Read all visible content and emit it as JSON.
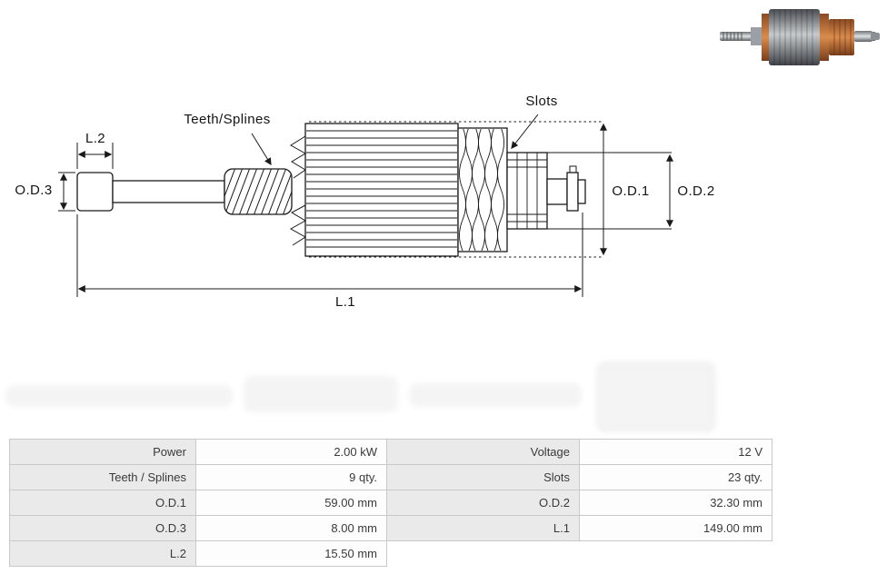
{
  "diagram": {
    "labels": {
      "teeth_splines": "Teeth/Splines",
      "slots": "Slots",
      "l2": "L.2",
      "od3": "O.D.3",
      "od1": "O.D.1",
      "od2": "O.D.2",
      "l1": "L.1"
    }
  },
  "table": {
    "rows": [
      [
        "Power",
        "2.00 kW",
        "Voltage",
        "12 V"
      ],
      [
        "Teeth / Splines",
        "9 qty.",
        "Slots",
        "23 qty."
      ],
      [
        "O.D.1",
        "59.00 mm",
        "O.D.2",
        "32.30 mm"
      ],
      [
        "O.D.3",
        "8.00 mm",
        "L.1",
        "149.00 mm"
      ],
      [
        "L.2",
        "15.50 mm",
        "",
        ""
      ]
    ]
  },
  "colors": {
    "line": "#1a1a1a",
    "table_label_bg": "#eaeaea",
    "table_value_bg": "#fdfdfd",
    "table_border": "#c9c9c9",
    "copper": "#b06a3a",
    "steel": "#4a4d52"
  }
}
